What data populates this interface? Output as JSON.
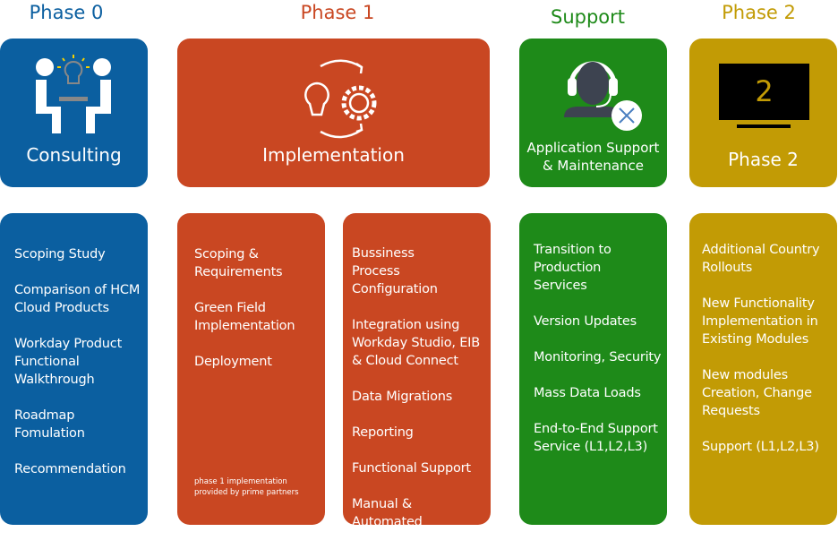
{
  "colors": {
    "phase0": "#0b5fa0",
    "phase1": "#c94722",
    "support": "#1e8a19",
    "phase2": "#c29b05"
  },
  "headers": {
    "phase0": "Phase 0",
    "phase1": "Phase 1",
    "support": "Support",
    "phase2": "Phase 2"
  },
  "top_cards": {
    "phase0": {
      "title": "Consulting",
      "icon": "consulting-icon"
    },
    "phase1": {
      "title": "Implementation",
      "icon": "idea-gear-cycle-icon"
    },
    "support": {
      "title_line1": "Application Support",
      "title_line2": "& Maintenance",
      "icon": "support-agent-icon"
    },
    "phase2": {
      "title": "Phase 2",
      "icon": "monitor-icon",
      "monitor_text": "2"
    }
  },
  "lists": {
    "phase0": [
      "Scoping Study",
      "Comparison of HCM Cloud Products",
      "Workday Product Functional Walkthrough",
      "Roadmap Fomulation",
      "Recommendation"
    ],
    "phase1a": [
      "Scoping & Requirements",
      "Green Field Implementation",
      "Deployment"
    ],
    "phase1a_note": "phase 1 implementation provided by prime partners",
    "phase1b": [
      "Bussiness Process Configuration",
      "Integration using Workday Studio, EIB & Cloud Connect",
      "Data Migrations",
      "Reporting",
      "Functional Support",
      "Manual & Automated Testing"
    ],
    "support": [
      "Transition to Production Services",
      "Version Updates",
      "Monitoring, Security",
      "Mass Data Loads",
      "End-to-End Support Service (L1,L2,L3)"
    ],
    "phase2": [
      "Additional Country Rollouts",
      "New Functionality Implementation in Existing Modules",
      "New modules Creation, Change Requests",
      "Support (L1,L2,L3)"
    ]
  }
}
